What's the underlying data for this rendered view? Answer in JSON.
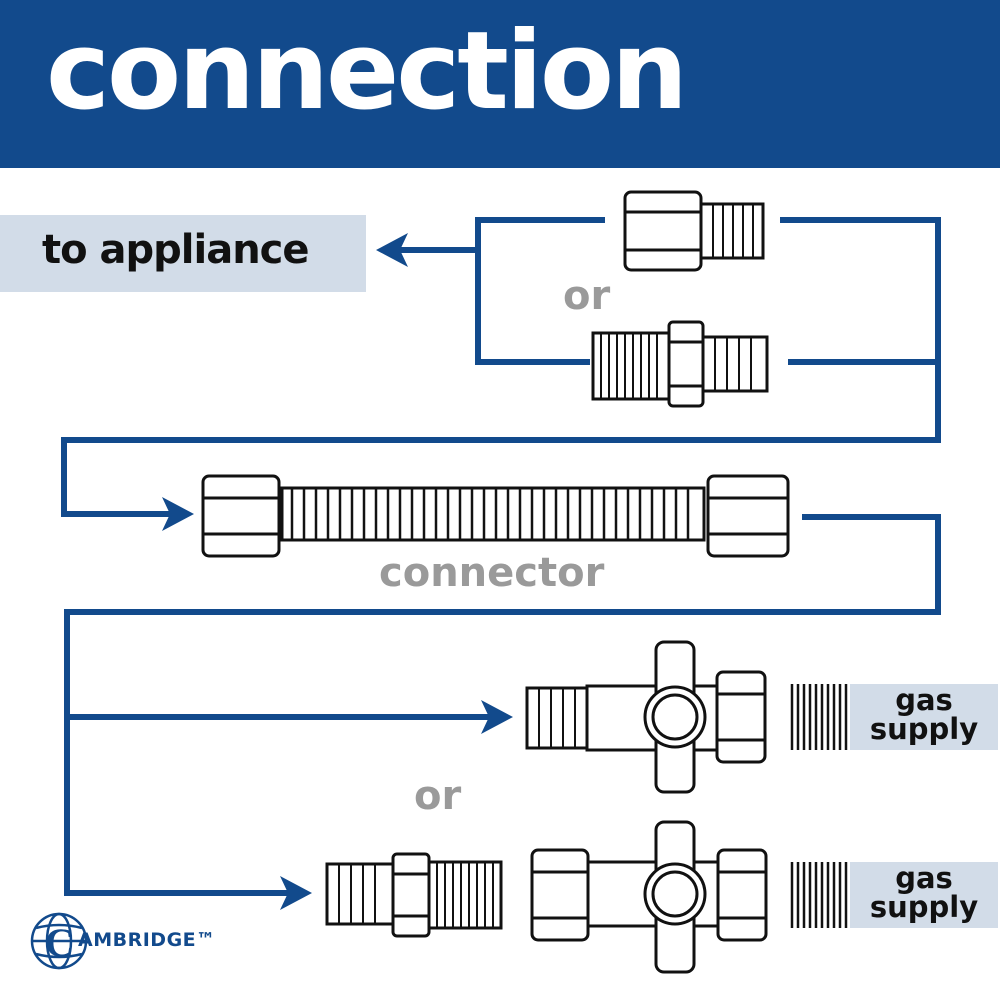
{
  "header": {
    "title": "connection"
  },
  "labels": {
    "to_appliance": "to appliance",
    "or_top": "or",
    "connector": "connector",
    "or_bottom": "or",
    "gas_supply_top": [
      "gas",
      "supply"
    ],
    "gas_supply_bottom": [
      "gas",
      "supply"
    ]
  },
  "brand": {
    "logo_letter": "C",
    "name": "AMBRIDGE™"
  },
  "colors": {
    "brand_blue": "#124a8c",
    "label_box": "#d2dce8",
    "gray_text": "#9a9a9a",
    "outline": "#111111"
  }
}
